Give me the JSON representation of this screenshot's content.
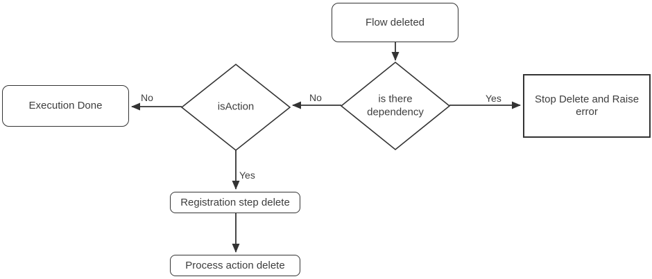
{
  "diagram": {
    "nodes": {
      "flow_deleted": {
        "label": "Flow deleted",
        "shape": "rounded-rectangle"
      },
      "dependency_decision": {
        "label": "is there dependency",
        "shape": "diamond"
      },
      "stop_delete_error": {
        "label": "Stop Delete and Raise error",
        "shape": "rectangle"
      },
      "is_action": {
        "label": "isAction",
        "shape": "diamond"
      },
      "execution_done": {
        "label": "Execution Done",
        "shape": "rounded-rectangle"
      },
      "registration_step_delete": {
        "label": "Registration step delete",
        "shape": "rounded-rectangle"
      },
      "process_action_delete": {
        "label": "Process action delete",
        "shape": "rounded-rectangle"
      }
    },
    "edges": [
      {
        "from": "flow_deleted",
        "to": "dependency_decision",
        "label": ""
      },
      {
        "from": "dependency_decision",
        "to": "stop_delete_error",
        "label": "Yes"
      },
      {
        "from": "dependency_decision",
        "to": "is_action",
        "label": "No"
      },
      {
        "from": "is_action",
        "to": "execution_done",
        "label": "No"
      },
      {
        "from": "is_action",
        "to": "registration_step_delete",
        "label": "Yes"
      },
      {
        "from": "registration_step_delete",
        "to": "process_action_delete",
        "label": ""
      }
    ],
    "colors": {
      "stroke": "#333333",
      "text": "#3d3d3d",
      "background": "#ffffff"
    }
  }
}
